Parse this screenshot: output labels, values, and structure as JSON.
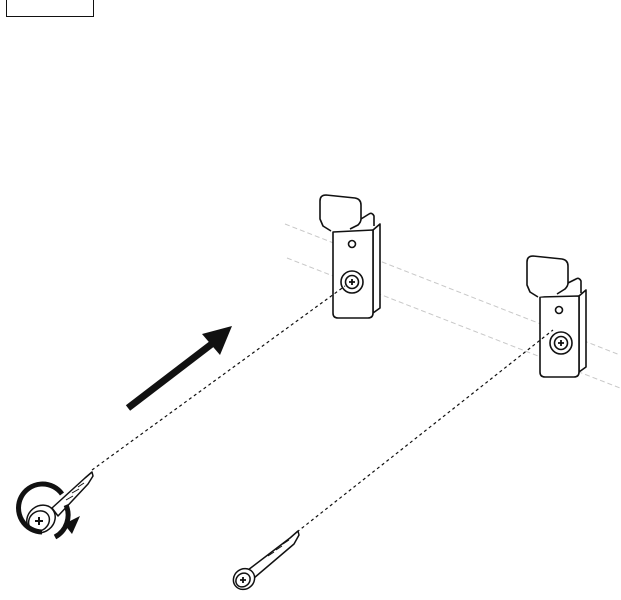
{
  "figure": {
    "kind": "assembly-instruction-illustration",
    "step_label": "",
    "colors": {
      "ink": "#111111",
      "guide_line": "#c8c8c8",
      "fill": "#ffffff"
    },
    "parts": {
      "brackets": 2,
      "screws": 2
    },
    "icons": [
      "arrow-icon",
      "rotate-icon",
      "bracket-icon",
      "screw-icon"
    ]
  }
}
